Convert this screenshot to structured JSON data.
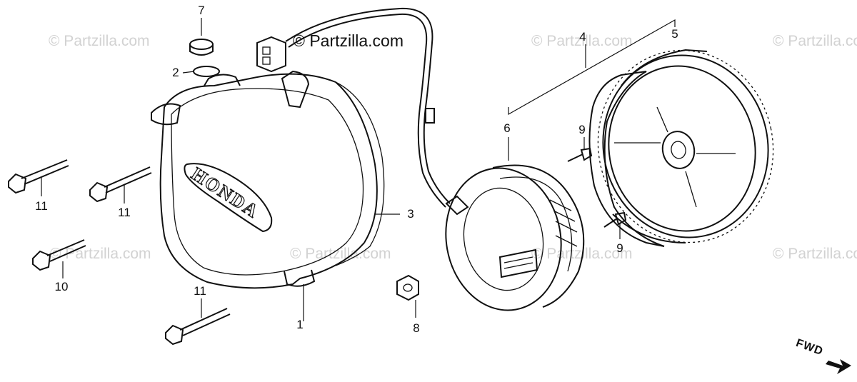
{
  "watermarks": {
    "brand_text": "© Partzilla.com",
    "repeat_text": "© Partzilla.com"
  },
  "cover_logo_text": "HONDA",
  "direction_label": "FWD",
  "callouts": {
    "c1": "1",
    "c2": "2",
    "c3": "3",
    "c4": "4",
    "c5": "5",
    "c6": "6",
    "c7": "7",
    "c8": "8",
    "c9a": "9",
    "c9b": "9",
    "c10": "10",
    "c11a": "11",
    "c11b": "11",
    "c11c": "11"
  },
  "colors": {
    "line": "#111111",
    "watermark": "#d2d2d2",
    "background": "#ffffff"
  }
}
